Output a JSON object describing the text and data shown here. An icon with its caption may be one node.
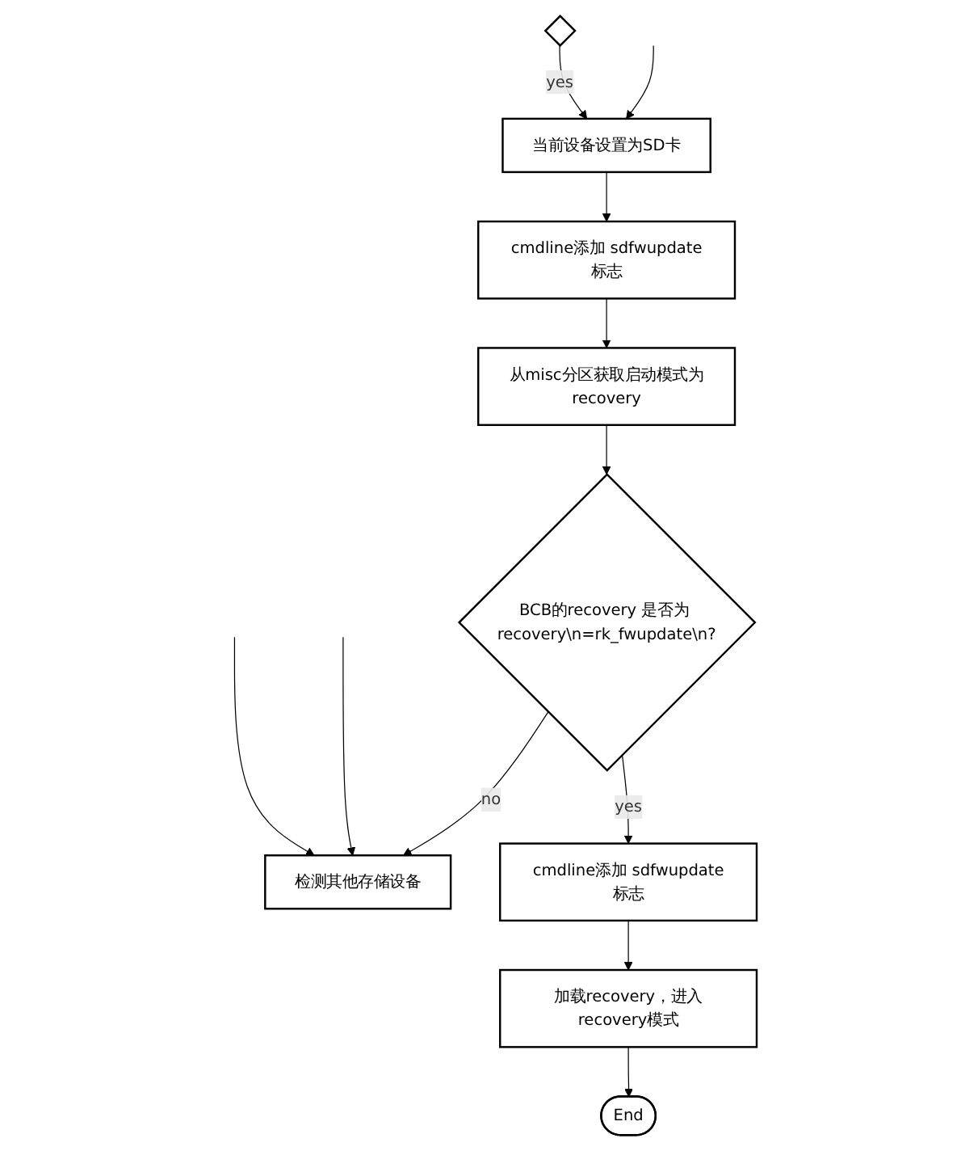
{
  "diagram": {
    "nodes": [
      {
        "text": [],
        "shape": "diamond"
      },
      {
        "text": [
          "当前设备设置为SD卡"
        ]
      },
      {
        "text": [
          "cmdline添加 sdfwupdate标志"
        ]
      },
      {
        "text": [
          "从misc分区获取启动模式为recovery"
        ]
      },
      {
        "text": [
          "BCB的recovery 是否为 recovery\\n=rk_fwupdate\\n?"
        ]
      },
      {
        "text": [
          "检测其他存储设备"
        ]
      },
      {
        "text": [
          "cmdline添加 sdfwupdate标志"
        ]
      },
      {
        "text": [
          "加载recovery，进入recovery模式"
        ]
      },
      {
        "text": [
          "End"
        ]
      }
    ],
    "edges": [
      {
        "from": 0,
        "to": 1,
        "label": "yes",
        "arrow": "to"
      },
      {
        "from": null,
        "to": 1,
        "arrow": "to"
      },
      {
        "from": null,
        "to": 5,
        "arrow": "to"
      },
      {
        "from": null,
        "to": 5,
        "arrow": "to"
      },
      {
        "from": 1,
        "to": 2,
        "arrow": "to"
      },
      {
        "from": 2,
        "to": 3,
        "arrow": "to"
      },
      {
        "from": 3,
        "to": 4,
        "arrow": "to"
      },
      {
        "from": 4,
        "to": 5,
        "label": "no",
        "arrow": "to"
      },
      {
        "from": 4,
        "to": 6,
        "label": "yes",
        "arrow": "to"
      },
      {
        "from": 6,
        "to": 7,
        "arrow": "to"
      },
      {
        "from": 7,
        "to": 8,
        "arrow": "to"
      }
    ]
  }
}
